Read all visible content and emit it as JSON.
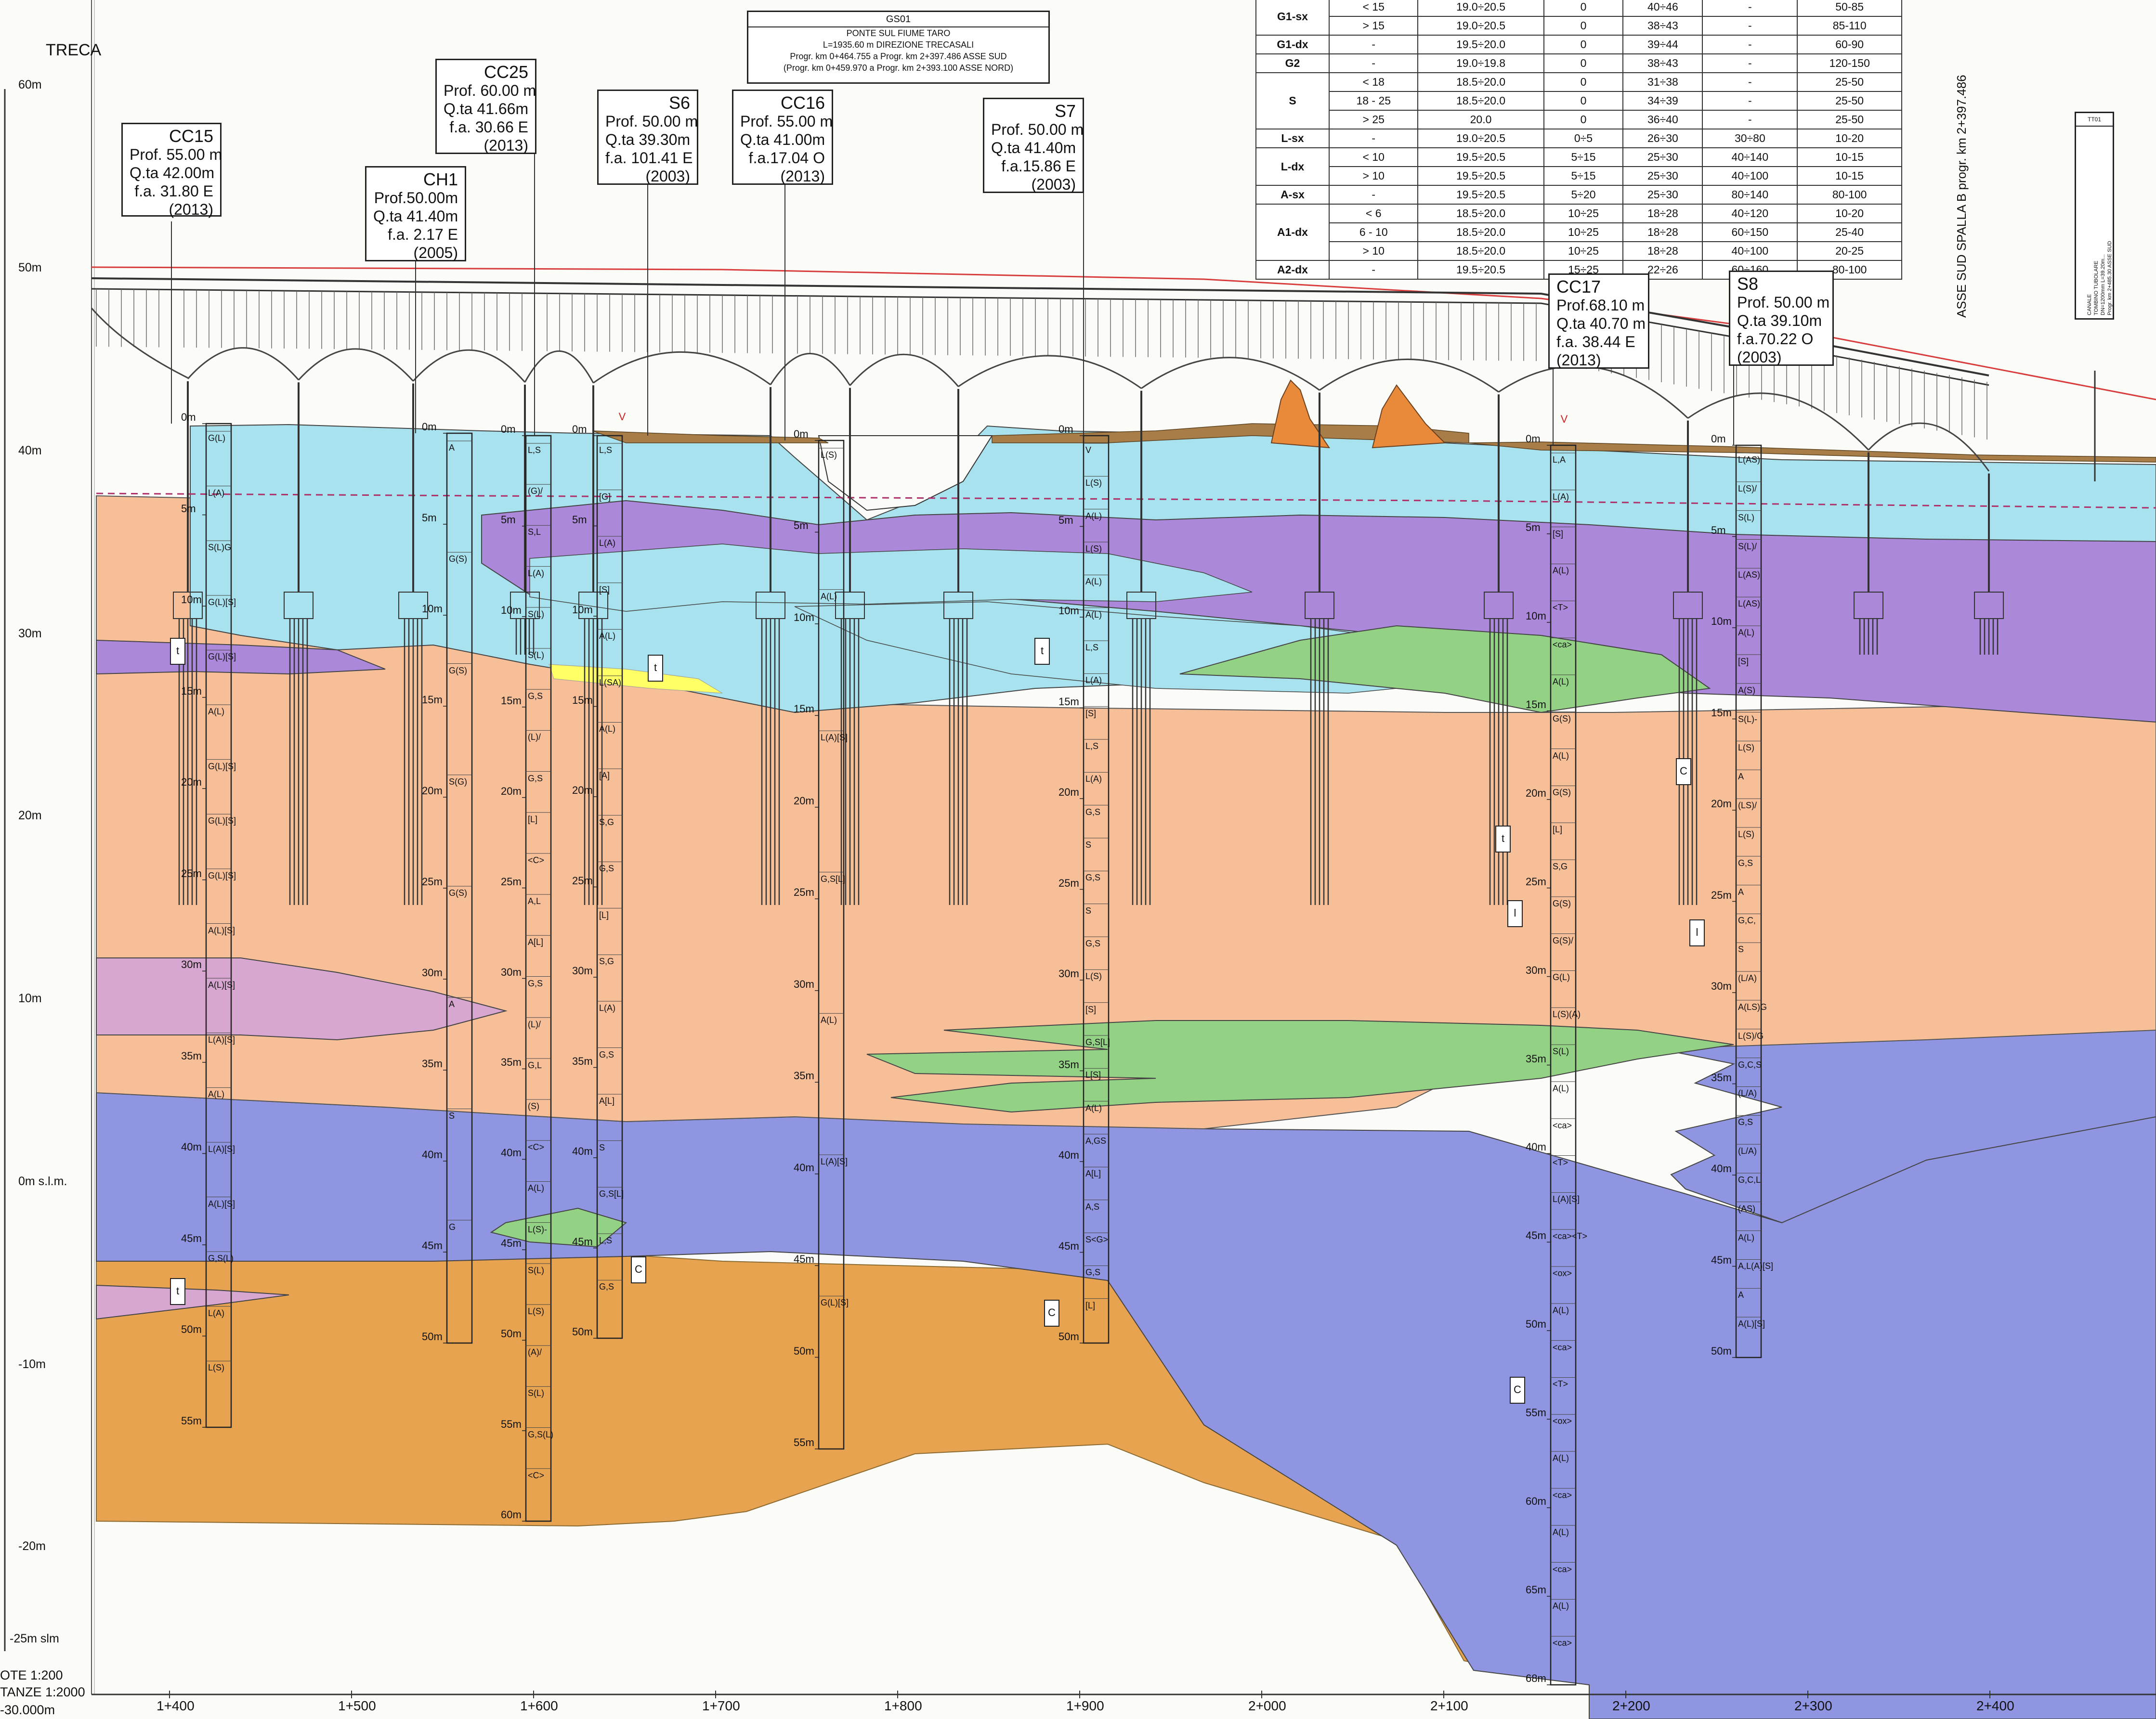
{
  "title_block": {
    "code": "GS01",
    "line1": "PONTE SUL FIUME TARO",
    "line2": "L=1935.60 m DIREZIONE TRECASALI",
    "line3": "Progr. km  0+464.755 a Progr. km  2+397.486 ASSE SUD",
    "line4": "(Progr. km  0+459.970 a Progr. km 2+393.100 ASSE NORD)"
  },
  "top_left_text": "TRECA",
  "elevation_labels": [
    "60m",
    "50m",
    "40m",
    "30m",
    "20m",
    "10m",
    "0m s.l.m.",
    "-10m",
    "-20m",
    "-25m slm"
  ],
  "scale_block": {
    "line1": "OTE    1:200",
    "line2": "TANZE   1:2000",
    "line3": "-30.000m"
  },
  "progressive_labels": [
    "1+400",
    "1+500",
    "1+600",
    "1+700",
    "1+800",
    "1+900",
    "2+000",
    "2+100",
    "2+200",
    "2+300",
    "2+400"
  ],
  "right_note": "ASSE SUD SPALLA B progr. km 2+397.486",
  "tt_box": {
    "code": "TT01",
    "line1": "CANALE",
    "line2": "TOMBINO TUBOLARE",
    "line3": "DN=1200mm L=39.20m...",
    "line4": "Progr. km 2+485.30 ASSE SUD"
  },
  "boreholes": [
    {
      "name": "CC15",
      "prof": "Prof. 55.00 m",
      "quota": "Q.ta 42.00m",
      "fa": "f.a. 31.80 E",
      "year": "(2013)"
    },
    {
      "name": "CH1",
      "prof": "Prof.50.00m",
      "quota": "Q.ta 41.40m",
      "fa": "f.a. 2.17 E",
      "year": "(2005)"
    },
    {
      "name": "CC25",
      "prof": "Prof. 60.00 m",
      "quota": "Q.ta 41.66m",
      "fa": "f.a. 30.66 E",
      "year": "(2013)"
    },
    {
      "name": "S6",
      "prof": "Prof. 50.00 m",
      "quota": "Q.ta 39.30m",
      "fa": "f.a. 101.41 E",
      "year": "(2003)"
    },
    {
      "name": "CC16",
      "prof": "Prof. 55.00 m",
      "quota": "Q.ta 41.00m",
      "fa": "f.a.17.04 O",
      "year": "(2013)"
    },
    {
      "name": "S7",
      "prof": "Prof. 50.00 m",
      "quota": "Q.ta 41.40m",
      "fa": "f.a.15.86 E",
      "year": "(2003)"
    },
    {
      "name": "CC17",
      "prof": "Prof.68.10 m",
      "quota": "Q.ta 40.70 m",
      "fa": "f.a. 38.44 E",
      "year": "(2013)"
    },
    {
      "name": "S8",
      "prof": "Prof. 50.00 m",
      "quota": "Q.ta 39.10m",
      "fa": "f.a.70.22 O",
      "year": "(2003)"
    }
  ],
  "param_table": {
    "rows": [
      {
        "group": "G1-sx",
        "span": 2,
        "cells": [
          "< 15",
          "19.0÷20.5",
          "0",
          "40÷46",
          "-",
          "50-85"
        ]
      },
      {
        "cells": [
          "> 15",
          "19.0÷20.5",
          "0",
          "38÷43",
          "-",
          "85-110"
        ]
      },
      {
        "group": "G1-dx",
        "span": 1,
        "cells": [
          "-",
          "19.5÷20.0",
          "0",
          "39÷44",
          "-",
          "60-90"
        ]
      },
      {
        "group": "G2",
        "span": 1,
        "cells": [
          "-",
          "19.0÷19.8",
          "0",
          "38÷43",
          "-",
          "120-150"
        ]
      },
      {
        "group": "S",
        "span": 3,
        "cells": [
          "< 18",
          "18.5÷20.0",
          "0",
          "31÷38",
          "-",
          "25-50"
        ]
      },
      {
        "cells": [
          "18 - 25",
          "18.5÷20.0",
          "0",
          "34÷39",
          "-",
          "25-50"
        ]
      },
      {
        "cells": [
          "> 25",
          "20.0",
          "0",
          "36÷40",
          "-",
          "25-50"
        ]
      },
      {
        "group": "L-sx",
        "span": 1,
        "cells": [
          "-",
          "19.0÷20.5",
          "0÷5",
          "26÷30",
          "30÷80",
          "10-20"
        ]
      },
      {
        "group": "L-dx",
        "span": 2,
        "cells": [
          "< 10",
          "19.5÷20.5",
          "5÷15",
          "25÷30",
          "40÷140",
          "10-15"
        ]
      },
      {
        "cells": [
          "> 10",
          "19.5÷20.5",
          "5÷15",
          "25÷30",
          "40÷100",
          "10-15"
        ]
      },
      {
        "group": "A-sx",
        "span": 1,
        "cells": [
          "-",
          "19.5÷20.5",
          "5÷20",
          "25÷30",
          "80÷140",
          "80-100"
        ]
      },
      {
        "group": "A1-dx",
        "span": 3,
        "cells": [
          "< 6",
          "18.5÷20.0",
          "10÷25",
          "18÷28",
          "40÷120",
          "10-20"
        ]
      },
      {
        "cells": [
          "6 - 10",
          "18.5÷20.0",
          "10÷25",
          "18÷28",
          "60÷150",
          "25-40"
        ]
      },
      {
        "cells": [
          "> 10",
          "18.5÷20.0",
          "10÷25",
          "18÷28",
          "40÷100",
          "20-25"
        ]
      },
      {
        "group": "A2-dx",
        "span": 1,
        "cells": [
          "-",
          "19.5÷20.5",
          "15÷25",
          "22÷26",
          "60÷160",
          "80-100"
        ]
      }
    ]
  },
  "columns": [
    {
      "id": "cc15",
      "depths": [
        "0m",
        "5m",
        "10m",
        "15m",
        "20m",
        "25m",
        "30m",
        "35m",
        "40m",
        "45m",
        "50m",
        "55m"
      ],
      "codes": [
        "G(L)",
        "L(A)",
        "S(L)G",
        "G(L)[S]",
        "G(L)[S]",
        "A(L)",
        "G(L)[S]",
        "G(L)[S]",
        "G(L)[S]",
        "A(L)[S]",
        "A(L)[S]",
        "L(A)[S]",
        "A(L)",
        "L(A)[S]",
        "A(L)[S]",
        "G,S(L)",
        "L(A)",
        "L(S)"
      ]
    },
    {
      "id": "ch1",
      "depths": [
        "0m",
        "5m",
        "10m",
        "15m",
        "20m",
        "25m",
        "30m",
        "35m",
        "40m",
        "45m",
        "50m"
      ],
      "codes": [
        "A",
        "G(S)",
        "G(S)",
        "S(G)",
        "G(S)",
        "A",
        "S",
        "G"
      ]
    },
    {
      "id": "cc25",
      "depths": [
        "0m",
        "5m",
        "10m",
        "15m",
        "20m",
        "25m",
        "30m",
        "35m",
        "40m",
        "45m",
        "50m",
        "55m",
        "60m"
      ],
      "codes": [
        "L,S",
        "(G)/",
        "S,L",
        "L(A)",
        "S(L)",
        "S(L)",
        "G,S",
        "(L)/",
        "G,S",
        "[L]",
        "<C>",
        "A,L",
        "A[L]",
        "G,S",
        "(L)/",
        "G,L",
        "(S)",
        "<C>",
        "A(L)",
        "L(S)-",
        "S(L)",
        "L(S)",
        "(A)/",
        "S(L)",
        "G,S(L)",
        "<C>"
      ]
    },
    {
      "id": "s6",
      "depths": [
        "0m",
        "5m",
        "10m",
        "15m",
        "20m",
        "25m",
        "30m",
        "35m",
        "40m",
        "45m",
        "50m"
      ],
      "codes": [
        "L,S",
        "[G]",
        "L(A)",
        "[S]",
        "A(L)",
        "L(SA)",
        "A(L)",
        "[A]",
        "S,G",
        "G,S",
        "[L]",
        "S,G",
        "L(A)",
        "G,S",
        "A[L]",
        "S",
        "G,S[L]",
        "L,S",
        "G,S"
      ]
    },
    {
      "id": "cc16",
      "depths": [
        "0m",
        "5m",
        "10m",
        "15m",
        "20m",
        "25m",
        "30m",
        "35m",
        "40m",
        "45m",
        "50m",
        "55m"
      ],
      "codes": [
        "L(S)",
        "A(L)",
        "L(A)[S]",
        "G,S[L]",
        "A(L)",
        "L(A)[S]",
        "G(L)[S]"
      ]
    },
    {
      "id": "s7",
      "depths": [
        "0m",
        "5m",
        "10m",
        "15m",
        "20m",
        "25m",
        "30m",
        "35m",
        "40m",
        "45m",
        "50m"
      ],
      "codes": [
        "V",
        "L(S)",
        "A(L)",
        "L(S)",
        "A(L)",
        "A(L)",
        "L,S",
        "L(A)",
        "[S]",
        "L,S",
        "L(A)",
        "G,S",
        "S",
        "G,S",
        "S",
        "G,S",
        "L(S)",
        "[S]",
        "G,S[L]",
        "L[S]",
        "A(L)",
        "A,GS",
        "A[L]",
        "A,S",
        "S<G>",
        "G,S",
        "[L]"
      ]
    },
    {
      "id": "cc17",
      "depths": [
        "0m",
        "5m",
        "10m",
        "15m",
        "20m",
        "25m",
        "30m",
        "35m",
        "40m",
        "45m",
        "50m",
        "55m",
        "60m",
        "65m",
        "68m"
      ],
      "codes": [
        "L,A",
        "L(A)",
        "[S]",
        "A(L)",
        "<T>",
        "<ca>",
        "A(L)",
        "G(S)",
        "A(L)",
        "G(S)",
        "[L]",
        "S,G",
        "G(S)",
        "G(S)/",
        "G(L)",
        "L(S)(A)",
        "S(L)",
        "A(L)",
        "<ca>",
        "<T>",
        "L(A)[S]",
        "<ca><T>",
        "<ox>",
        "A(L)",
        "<ca>",
        "<T>",
        "<ox>",
        "A(L)",
        "<ca>",
        "A(L)",
        "<ca>",
        "A(L)",
        "<ca>"
      ]
    },
    {
      "id": "s8",
      "depths": [
        "0m",
        "5m",
        "10m",
        "15m",
        "20m",
        "25m",
        "30m",
        "35m",
        "40m",
        "45m",
        "50m"
      ],
      "codes": [
        "L(AS)",
        "L(S)/",
        "S(L)",
        "S(L)/",
        "L(AS)",
        "L(AS)",
        "A(L)",
        "[S]",
        "A(S)",
        "S(L)-",
        "L(S)",
        "A",
        "(LS)/",
        "L(S)",
        "G,S",
        "A",
        "G,C,",
        "S",
        "(L/A)",
        "A(LS)G",
        "L(S)/G",
        "G,C,S",
        "(L/A)",
        "G,S",
        "(L/A)",
        "G,C,L",
        "(AS)",
        "A(L)",
        "A,L(A)[S]",
        "A",
        "A(L)[S]"
      ]
    }
  ],
  "markers": {
    "t": "t",
    "c": "C",
    "l": "l",
    "v": "V"
  }
}
